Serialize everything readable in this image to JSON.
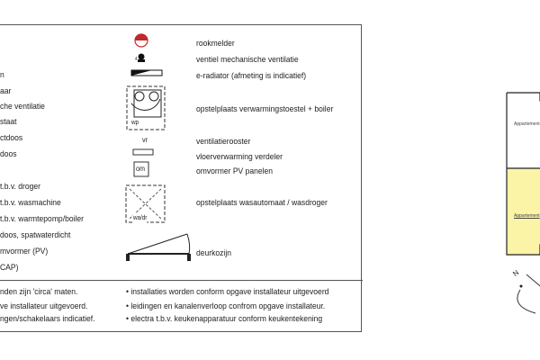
{
  "legend_left": [
    "n",
    "aar",
    "che ventilatie",
    "staat",
    "ctdoos",
    "doos",
    "t.b.v. droger",
    "t.b.v. wasmachine",
    "t.b.v. warmtepomp/boiler",
    "doos, spatwaterdicht",
    "mvormer (PV)",
    "CAP)"
  ],
  "legend_right": [
    "rookmelder",
    "ventiel mechanische ventilatie",
    "e-radiator (afmeting is indicatief)",
    "opstelplaats verwarmingstoestel + boiler",
    "ventilatierooster",
    "vloerverwarming verdeler",
    "omvormer PV panelen",
    "opstelplaats wasautomaat / wasdroger",
    "deurkozijn"
  ],
  "symbol_labels": {
    "wp": "wp",
    "vr": "vr",
    "om": "om",
    "wadr": "wa/dr",
    "ventiel": "4"
  },
  "notes_left": [
    "nden zijn 'circa' maten.",
    "ve installateur uitgevoerd.",
    "ngen/schakelaars indicatief."
  ],
  "notes_right": [
    "• installaties worden conform opgave installateur uitgevoerd",
    "• leidingen en kanalenverloop confrom opgave installateur.",
    "• electra t.b.v. keukenapparatuur conform  keukentekening"
  ],
  "plan": {
    "label_top": "Appartement",
    "label_bottom": "Appartement",
    "compass": "N"
  },
  "colors": {
    "smoke": "#c0282b",
    "highlight": "#fbf3a6"
  }
}
